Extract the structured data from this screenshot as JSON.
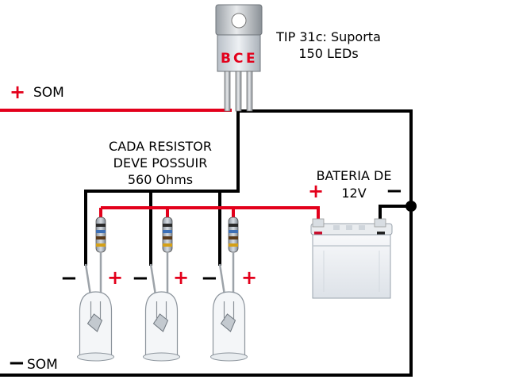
{
  "transistor": {
    "title": "TIP 31c: Suporta",
    "subtitle": "150 LEDs",
    "pins": [
      "B",
      "C",
      "E"
    ]
  },
  "signal": {
    "positive_label": "SOM",
    "negative_label": "SOM"
  },
  "resistor_note": {
    "line1": "CADA RESISTOR",
    "line2": "DEVE POSSUIR",
    "line3": "560 Ohms"
  },
  "battery": {
    "line1": "BATERIA DE",
    "line2": "12V"
  },
  "polarity": {
    "plus": "+",
    "minus": "−"
  },
  "led_count": 3,
  "colors": {
    "positive_wire": "#e3001b",
    "negative_wire": "#000000",
    "battery_body": "#eef1f4"
  }
}
